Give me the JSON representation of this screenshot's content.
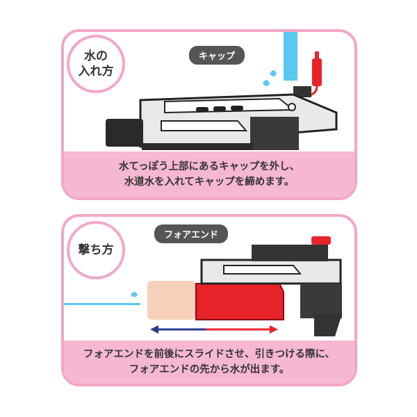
{
  "panel1": {
    "badge_line1": "水の",
    "badge_line2": "入れ方",
    "callout": "キャップ",
    "caption_line1": "水てっぽう上部にあるキャップを外し、",
    "caption_line2": "水道水を入れてキャップを締めます。"
  },
  "panel2": {
    "badge_line1": "撃ち方",
    "callout": "フォアエンド",
    "caption_line1": "フォアエンドを前後にスライドさせ、引きつける際に、",
    "caption_line2": "フォアエンドの先から水が出ます。"
  },
  "colors": {
    "pink_border": "#f3a6c6",
    "pink_band": "#f6b7d2",
    "foreend_red": "#e8242a",
    "arrow_blue": "#2b3a8f",
    "arrow_red": "#e8242a",
    "water_blue": "#5ac8f0"
  }
}
